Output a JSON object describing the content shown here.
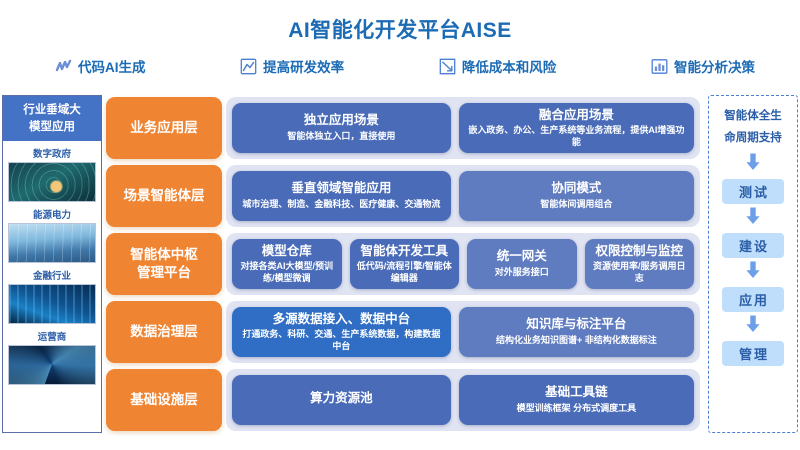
{
  "header": {
    "title": "AI智能化开发平台AISE",
    "title_color": "#1b6bb5"
  },
  "features": [
    {
      "icon": "wave-line-icon",
      "label": "代码AI生成"
    },
    {
      "icon": "chart-trend-icon",
      "label": "提高研发效率"
    },
    {
      "icon": "cost-down-icon",
      "label": "降低成本和风险"
    },
    {
      "icon": "bar-chart-icon",
      "label": "智能分析决策"
    }
  ],
  "industry": {
    "heading": "行业垂域大\n模型应用",
    "heading_line1": "行业垂域大",
    "heading_line2": "模型应用",
    "items": [
      {
        "name": "数字政府",
        "thumb": "government-thumbnail"
      },
      {
        "name": "能源电力",
        "thumb": "power-grid-thumbnail"
      },
      {
        "name": "金融行业",
        "thumb": "finance-city-thumbnail"
      },
      {
        "name": "运营商",
        "thumb": "datacenter-thumbnail"
      }
    ]
  },
  "layers": [
    {
      "label": "业务应用层"
    },
    {
      "label": "场景智能体层"
    },
    {
      "label": "智能体中枢\n管理平台",
      "line1": "智能体中枢",
      "line2": "管理平台"
    },
    {
      "label": "数据治理层"
    },
    {
      "label": "基础设施层"
    }
  ],
  "rows": [
    {
      "layer": "业务应用层",
      "cards": [
        {
          "title": "独立应用场景",
          "desc": "智能体独立入口，直接使用",
          "flex": 1,
          "style": "default"
        },
        {
          "title": "融合应用场景",
          "desc": "嵌入政务、办公、生产系统等业务流程，提供AI增强功能",
          "flex": 1.08,
          "style": "default"
        }
      ]
    },
    {
      "layer": "场景智能体层",
      "cards": [
        {
          "title": "垂直领域智能应用",
          "desc": "城市治理、制造、金融科技、医疗健康、交通物流",
          "flex": 1,
          "style": "default"
        },
        {
          "title": "协同模式",
          "desc": "智能体间调用组合",
          "flex": 1.08,
          "style": "alt"
        }
      ]
    },
    {
      "layer": "智能体中枢管理平台",
      "cards": [
        {
          "title": "模型仓库",
          "desc": "对接各类AI大模型/预训练/模型微调",
          "flex": 1,
          "style": "default"
        },
        {
          "title": "智能体开发工具",
          "desc": "低代码/流程引擎/智能体编辑器",
          "flex": 1,
          "style": "default"
        },
        {
          "title": "统一网关",
          "desc": "对外服务接口",
          "flex": 1,
          "style": "alt"
        },
        {
          "title": "权限控制与监控",
          "desc": "资源使用率/服务调用日志",
          "flex": 1,
          "style": "alt"
        }
      ]
    },
    {
      "layer": "数据治理层",
      "cards": [
        {
          "title": "多源数据接入、数据中台",
          "desc": "打通政务、科研、交通、生产系统数据，构建数据中台",
          "flex": 1,
          "style": "strong"
        },
        {
          "title": "知识库与标注平台",
          "desc": "结构化业务知识图谱+ 非结构化数据标注",
          "flex": 1.08,
          "style": "alt"
        }
      ]
    },
    {
      "layer": "基础设施层",
      "cards": [
        {
          "title": "算力资源池",
          "desc": "",
          "flex": 1,
          "style": "default"
        },
        {
          "title": "基础工具链",
          "desc": "模型训练框架 分布式调度工具",
          "flex": 1.08,
          "style": "default"
        }
      ]
    }
  ],
  "lifecycle": {
    "title_line1": "智能体全生",
    "title_line2": "命周期支持",
    "stages": [
      "测试",
      "建设",
      "应用",
      "管理"
    ],
    "arrow_icon": "down-arrow-icon"
  },
  "colors": {
    "orange": "#ef8432",
    "blue_card": "#4a6cb8",
    "blue_card_alt": "#5f7cc0",
    "blue_card_strong": "#2f6ec4",
    "row_bg": "#dfe3f2",
    "accent_blue": "#1b6bb5",
    "stage_bg": "#bfdefb",
    "dashed_border": "#4a7fd4"
  }
}
